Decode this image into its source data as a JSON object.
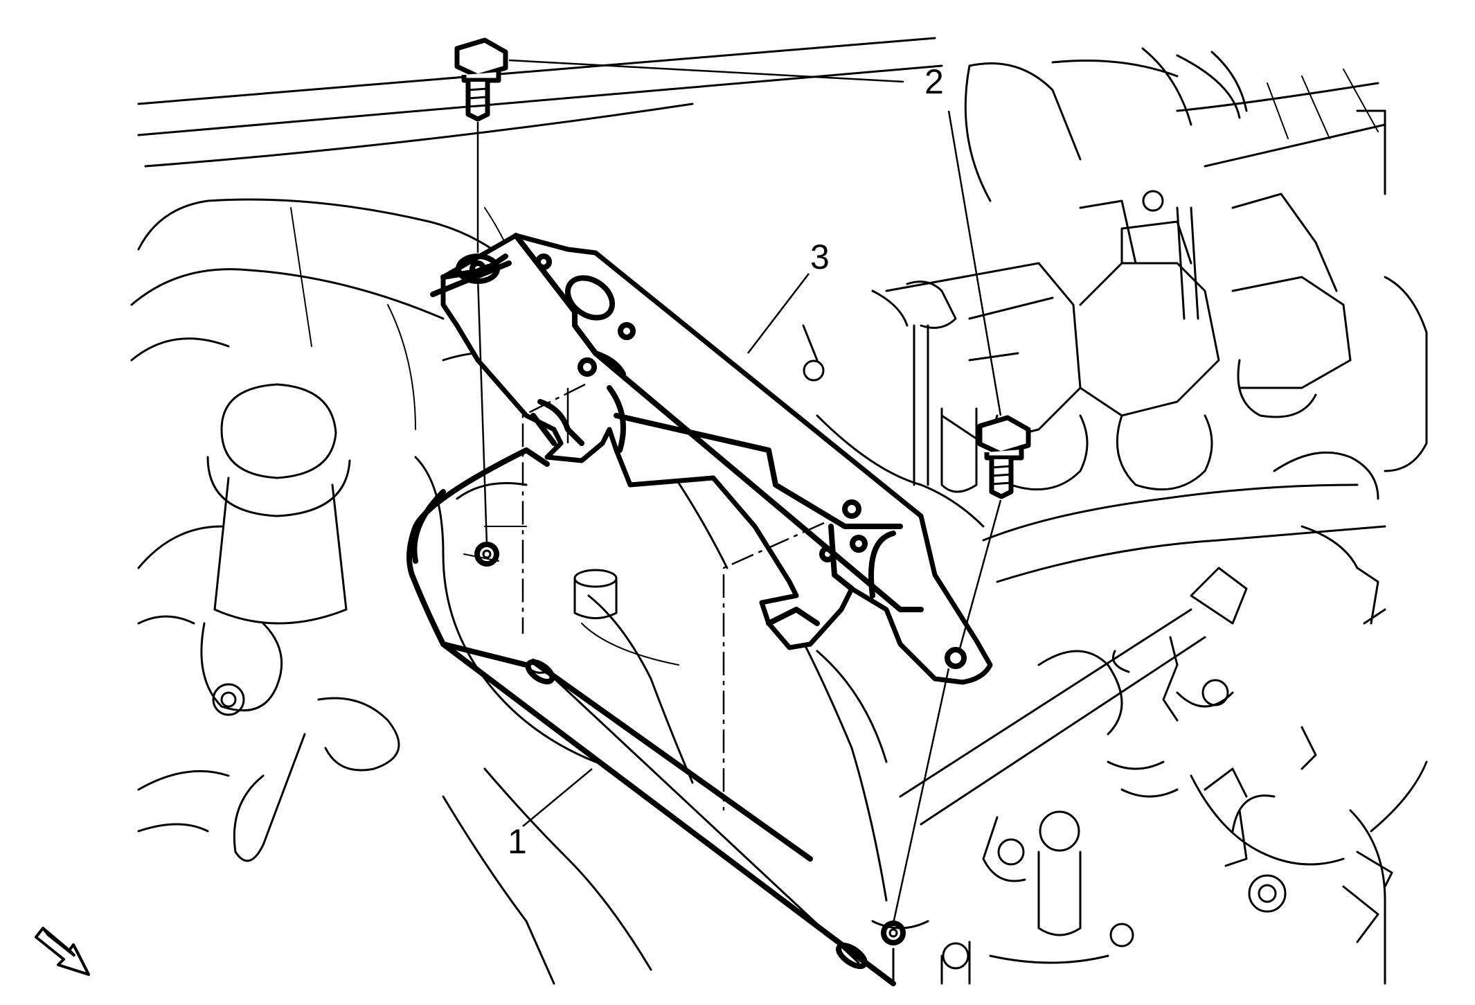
{
  "callouts": {
    "c1": "1",
    "c2": "2",
    "c3": "3"
  },
  "icons": {
    "view_arrow": "view-direction-arrow-icon"
  },
  "colors": {
    "line": "#000000",
    "background": "#ffffff"
  }
}
